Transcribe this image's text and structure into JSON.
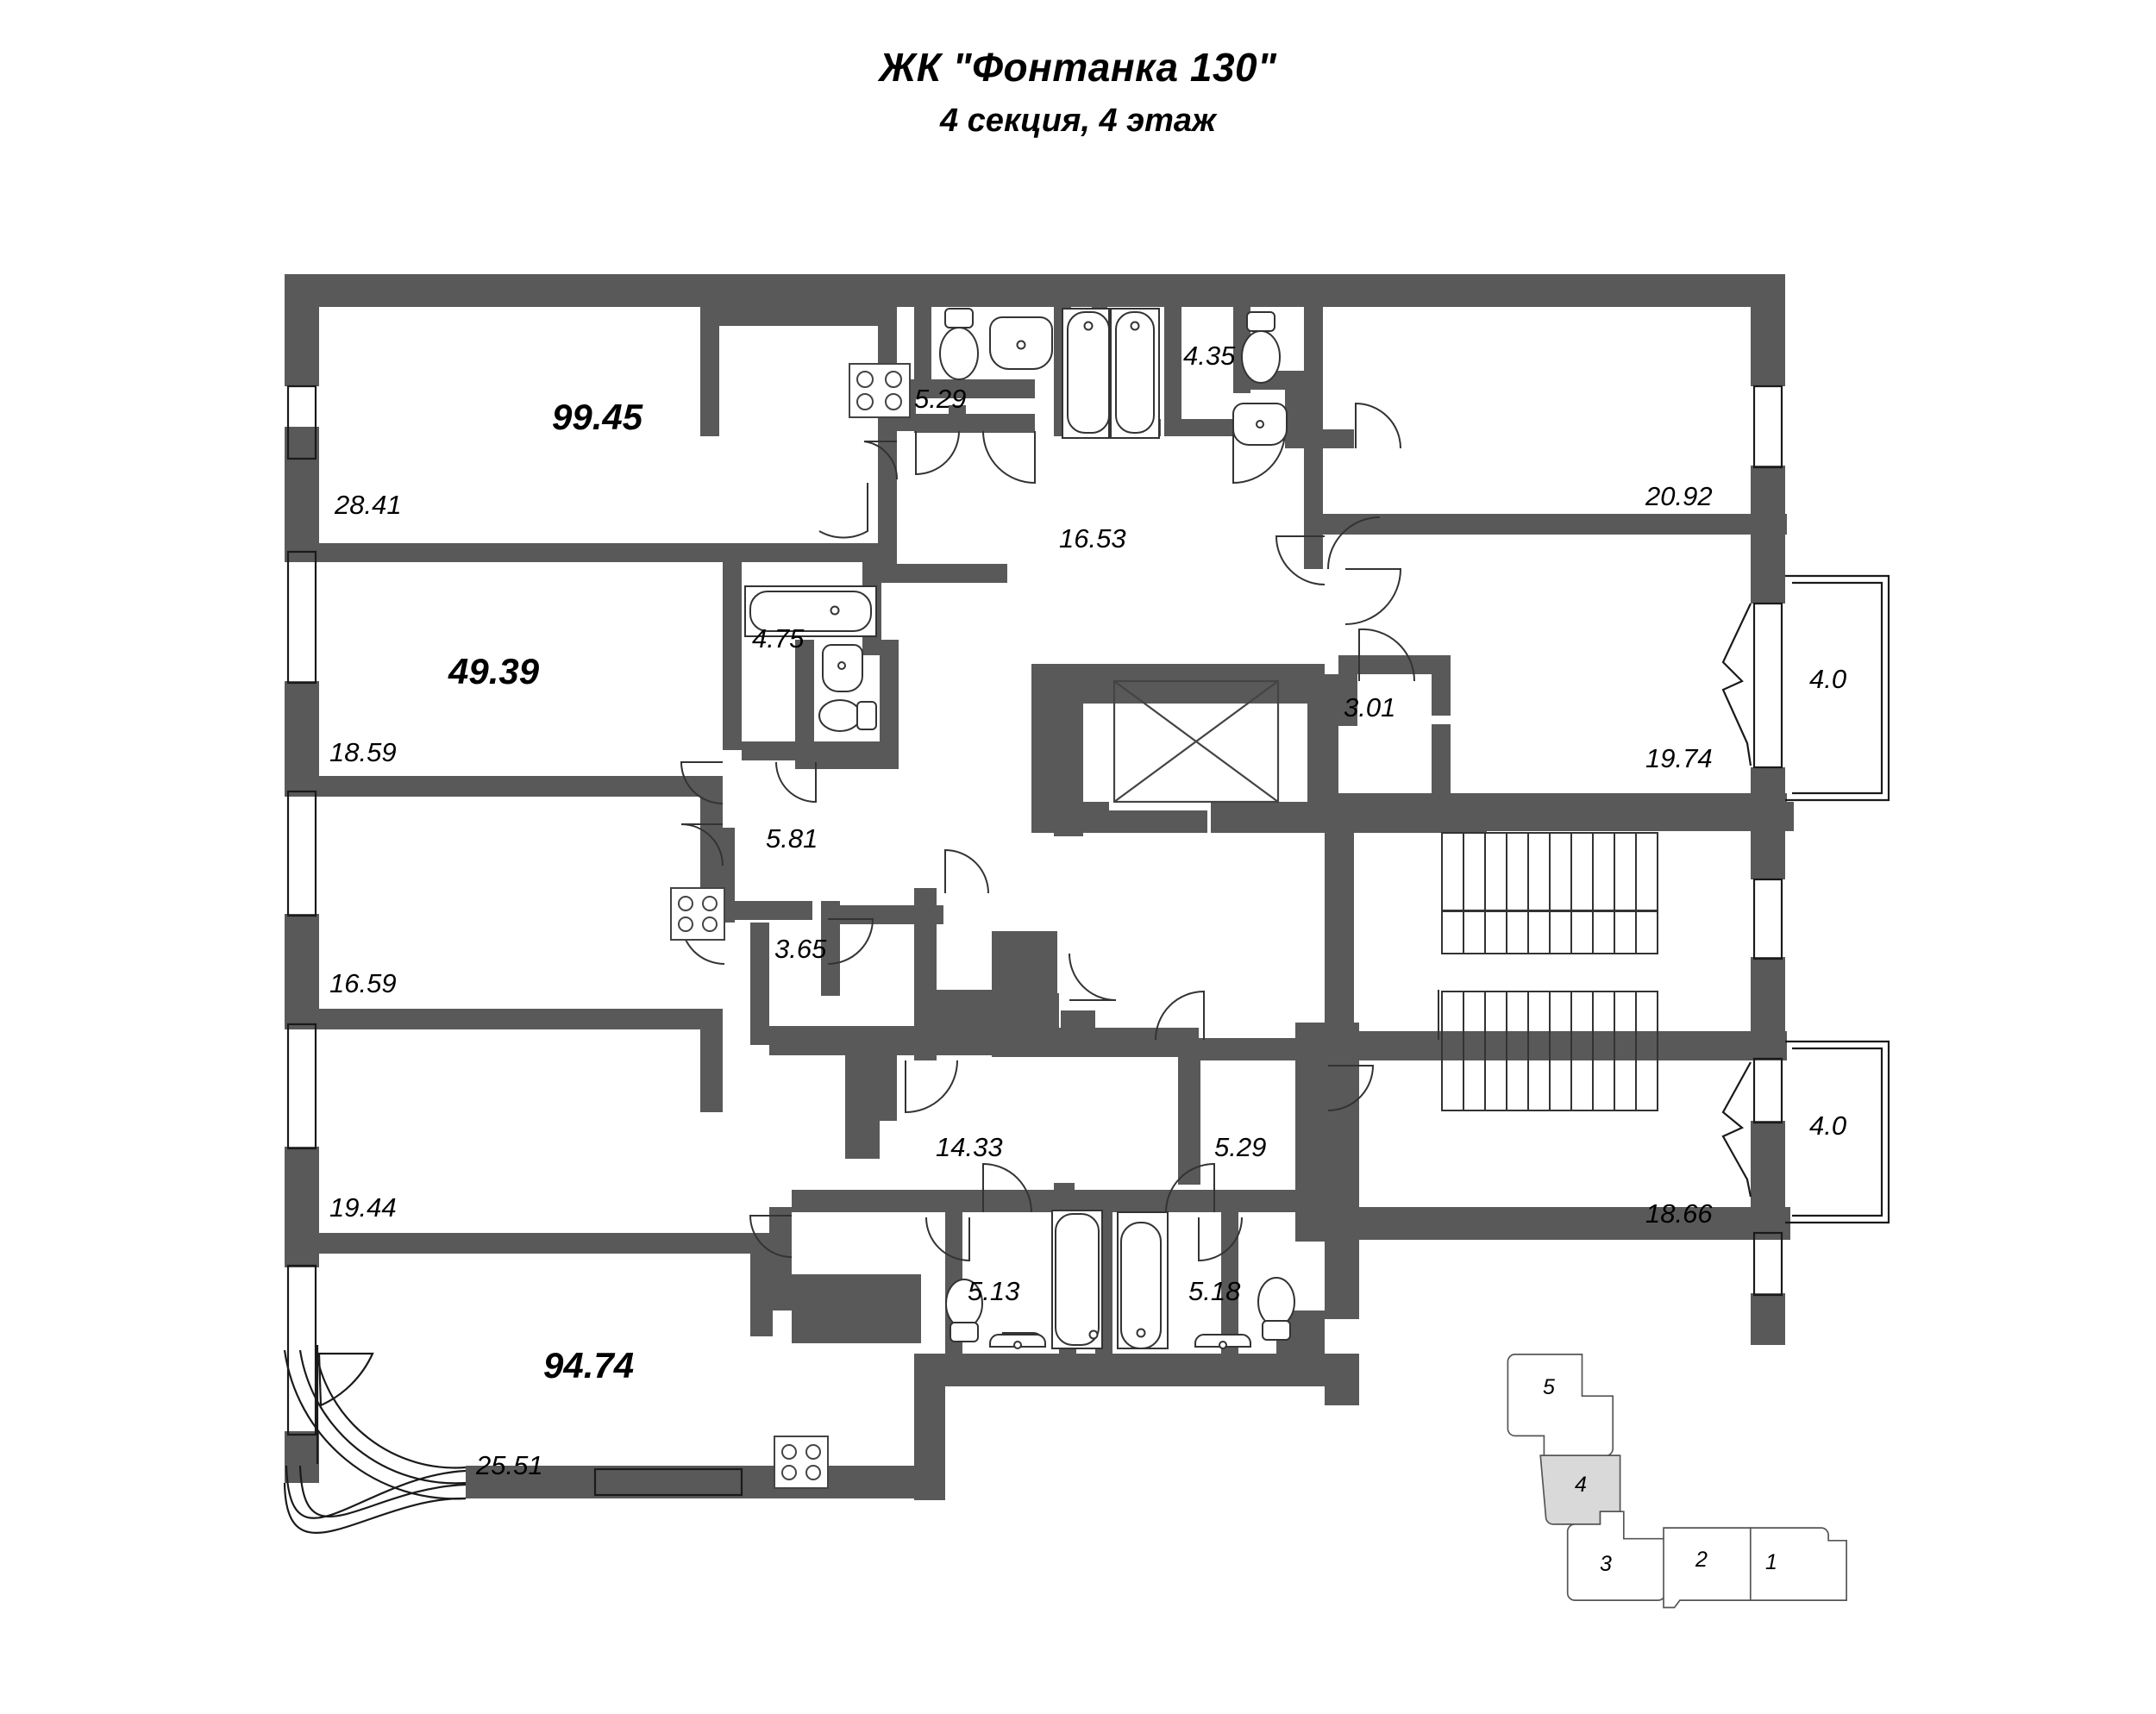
{
  "title": {
    "complex": "ЖК \"Фонтанка 130\"",
    "subtitle": "4 секция, 4 этаж"
  },
  "plan": {
    "apartment_totals": [
      {
        "id": "apt-99-45",
        "value": "99.45"
      },
      {
        "id": "apt-49-39",
        "value": "49.39"
      },
      {
        "id": "apt-94-74",
        "value": "94.74"
      }
    ],
    "room_areas": [
      {
        "id": "room-28-41",
        "value": "28.41"
      },
      {
        "id": "room-18-59",
        "value": "18.59"
      },
      {
        "id": "room-16-59",
        "value": "16.59"
      },
      {
        "id": "room-19-44",
        "value": "19.44"
      },
      {
        "id": "room-25-51",
        "value": "25.51"
      },
      {
        "id": "room-5-29-top",
        "value": "5.29"
      },
      {
        "id": "room-4-35",
        "value": "4.35"
      },
      {
        "id": "room-16-53",
        "value": "16.53"
      },
      {
        "id": "room-20-92",
        "value": "20.92"
      },
      {
        "id": "room-4-75",
        "value": "4.75"
      },
      {
        "id": "room-3-01",
        "value": "3.01"
      },
      {
        "id": "room-19-74",
        "value": "19.74"
      },
      {
        "id": "balcony-4-0-top",
        "value": "4.0"
      },
      {
        "id": "room-5-81",
        "value": "5.81"
      },
      {
        "id": "room-3-65",
        "value": "3.65"
      },
      {
        "id": "room-14-33",
        "value": "14.33"
      },
      {
        "id": "room-5-29-bottom",
        "value": "5.29"
      },
      {
        "id": "balcony-4-0-bottom",
        "value": "4.0"
      },
      {
        "id": "room-18-66",
        "value": "18.66"
      },
      {
        "id": "room-5-13",
        "value": "5.13"
      },
      {
        "id": "room-5-18",
        "value": "5.18"
      }
    ]
  },
  "section_key": {
    "sections": [
      {
        "number": "5",
        "highlighted": false
      },
      {
        "number": "4",
        "highlighted": true
      },
      {
        "number": "3",
        "highlighted": false
      },
      {
        "number": "2",
        "highlighted": false
      },
      {
        "number": "1",
        "highlighted": false
      }
    ],
    "highlight_color": "#d9d9d9"
  },
  "colors": {
    "wall": "#595959",
    "outline": "#1a1a1a",
    "fixture_stroke": "#333333",
    "background": "#ffffff"
  }
}
